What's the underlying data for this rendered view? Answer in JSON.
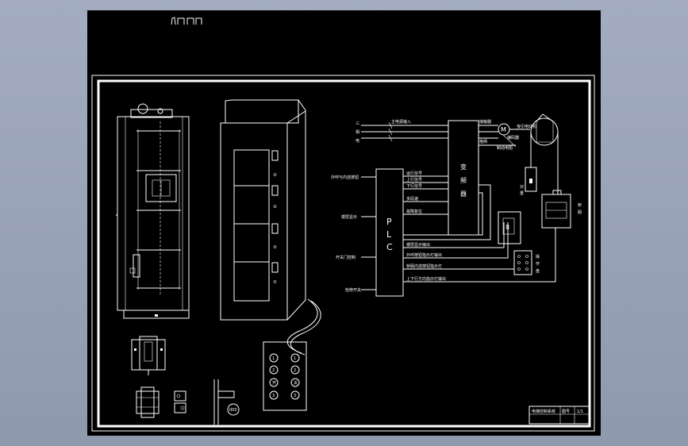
{
  "header": {
    "mark": "ʃΩ⊓⊓"
  },
  "diagram": {
    "power": {
      "l1": "三",
      "l2": "相",
      "l3": "电",
      "line_label": "主电源输入"
    },
    "vfd": {
      "char1": "变",
      "char2": "频",
      "char3": "器"
    },
    "plc": {
      "char1": "P",
      "char2": "L",
      "char3": "C"
    },
    "motor": {
      "symbol": "M",
      "label_top": "曳引电动机",
      "label_mid": "编码器",
      "label_bot": "制动器"
    },
    "plc_inputs": [
      {
        "label": "外呼与内选按钮"
      },
      {
        "label": "楼层显示"
      },
      {
        "label": "开关门控制"
      },
      {
        "label": "检修开关"
      }
    ],
    "vfd_signals": [
      {
        "label": "运行信号"
      },
      {
        "label": "上行信号"
      },
      {
        "label": "下行信号"
      },
      {
        "label": "多段速"
      },
      {
        "label": "故障复位"
      }
    ],
    "plc_outputs": [
      {
        "label": "楼层显示输出"
      },
      {
        "label": "外呼按钮指示灯输出"
      },
      {
        "label": "轿厢内选按钮指示灯"
      },
      {
        "label": "上下行方向指示灯输出"
      }
    ],
    "vfd_out_labels": {
      "a": "接触器",
      "b": "抱闸",
      "c": "制动电阻"
    },
    "car": {
      "label1": "轿",
      "label2": "厢"
    },
    "counterweight": {
      "label1": "对",
      "label2": "重"
    },
    "display_digit": "8",
    "panel_label": {
      "a": "操",
      "b": "作",
      "c": "盘"
    },
    "keypad_keys": [
      "1",
      "1",
      "2",
      "2",
      "开",
      "关",
      "3",
      "3"
    ]
  },
  "title_block": {
    "title": "电梯控制系统",
    "code": "图号",
    "sheet": "1/1"
  }
}
